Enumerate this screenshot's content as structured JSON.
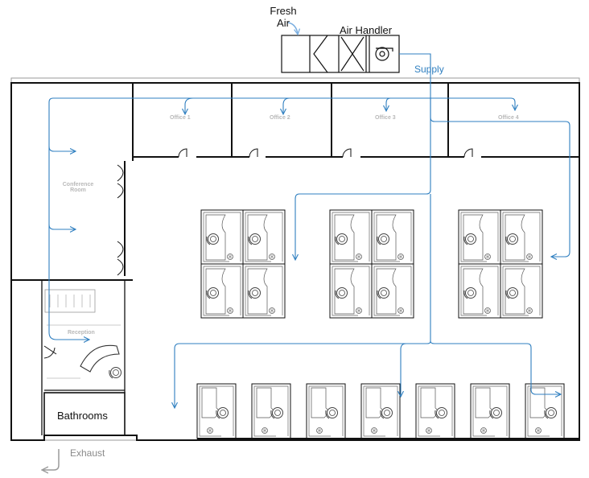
{
  "labels": {
    "fresh_air": "Fresh Air",
    "air_handler": "Air Handler",
    "supply": "Supply",
    "bathrooms": "Bathrooms",
    "exhaust": "Exhaust"
  },
  "rooms": {
    "office1": "Office 1",
    "office2": "Office 2",
    "office3": "Office 3",
    "office4": "Office 4",
    "conference": "Conference Room",
    "reception": "Reception"
  },
  "colors": {
    "duct": "#2f7fc0",
    "fresh_air_arrow": "#7aaee0",
    "exhaust_arrow": "#9a9a9a",
    "wall": "#111111",
    "interior_wall": "#555555",
    "label_text": "#111111",
    "room_text": "#b9b9b9"
  }
}
